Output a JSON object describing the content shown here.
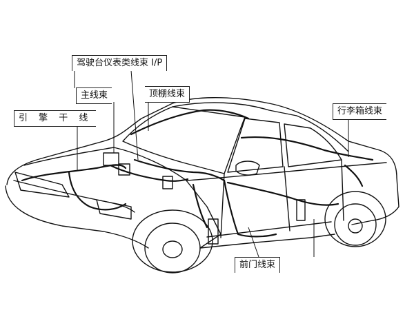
{
  "diagram": {
    "labels": {
      "ip_harness": "驾驶台仪表类线束 I/P",
      "main_harness": "主线束",
      "roof_harness": "顶棚线束",
      "engine_harness": "引 擎 干 线",
      "trunk_harness": "行李箱线束",
      "front_door_harness": "前门线束"
    },
    "colors": {
      "line": "#111111",
      "background": "#ffffff"
    }
  }
}
